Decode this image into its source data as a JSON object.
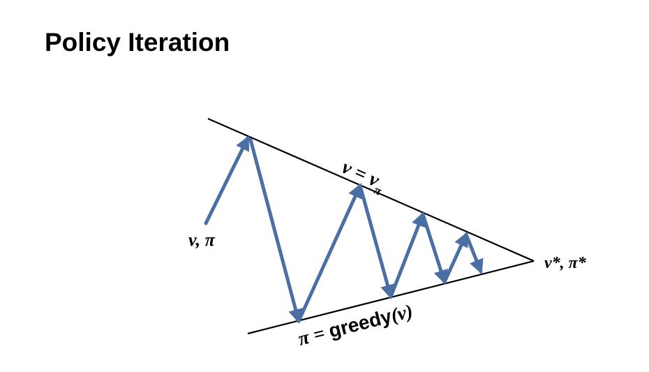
{
  "title": "Policy Iteration",
  "labels": {
    "start": "v, π",
    "upper_lhs": "v = v",
    "upper_sub": "π",
    "lower_lhs": "π = ",
    "lower_fn": "greedy",
    "lower_arg": "(v)",
    "converged": "v*, π*"
  },
  "colors": {
    "arrow": "#4a6fa5",
    "line": "#000000",
    "text": "#000000"
  }
}
